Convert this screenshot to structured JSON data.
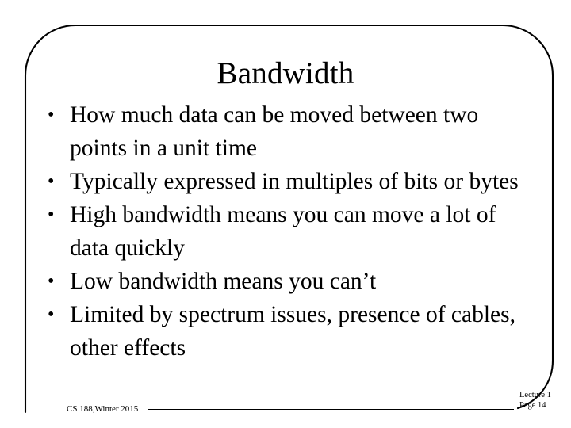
{
  "slide": {
    "title": "Bandwidth",
    "bullet_marker": "•",
    "bullets": [
      "How much data can be moved between two points in a unit time",
      "Typically expressed in multiples of bits or bytes",
      "High bandwidth means you can move a lot of data quickly",
      "Low bandwidth means you can’t",
      "Limited by spectrum issues, presence of cables, other effects"
    ],
    "footer": {
      "course": "CS 188,Winter 2015",
      "lecture": "Lecture 1",
      "page": "Page 14"
    },
    "colors": {
      "background": "#ffffff",
      "text": "#000000",
      "frame": "#000000"
    }
  }
}
